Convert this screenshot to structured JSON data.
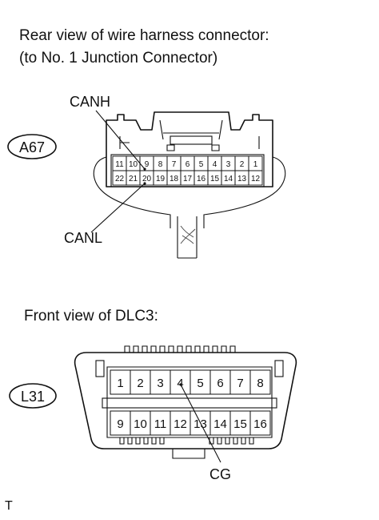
{
  "heading_a67": {
    "line1": "Rear view of wire harness connector:",
    "line2": "(to No. 1 Junction Connector)"
  },
  "connector_a67": {
    "id": "A67",
    "label_top": "CANH",
    "label_bottom": "CANL",
    "row1": [
      "11",
      "10",
      "9",
      "8",
      "7",
      "6",
      "5",
      "4",
      "3",
      "2",
      "1"
    ],
    "row2": [
      "22",
      "21",
      "20",
      "19",
      "18",
      "17",
      "16",
      "15",
      "14",
      "13",
      "12"
    ]
  },
  "heading_l31": "Front view of DLC3:",
  "connector_l31": {
    "id": "L31",
    "label": "CG",
    "row1": [
      "1",
      "2",
      "3",
      "4",
      "5",
      "6",
      "7",
      "8"
    ],
    "row2": [
      "9",
      "10",
      "11",
      "12",
      "13",
      "14",
      "15",
      "16"
    ]
  },
  "footer": "T"
}
